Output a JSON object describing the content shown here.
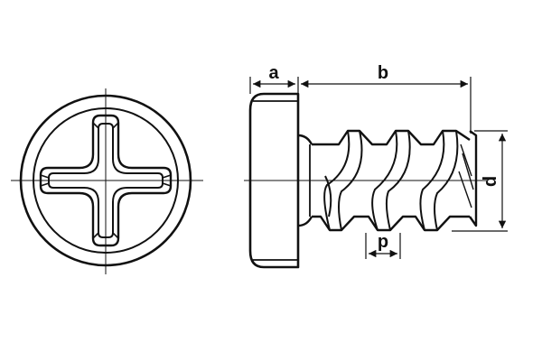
{
  "dimensions": {
    "a": "a",
    "b": "b",
    "d": "d",
    "p": "p"
  },
  "colors": {
    "line": "#111111",
    "background": "#ffffff"
  }
}
